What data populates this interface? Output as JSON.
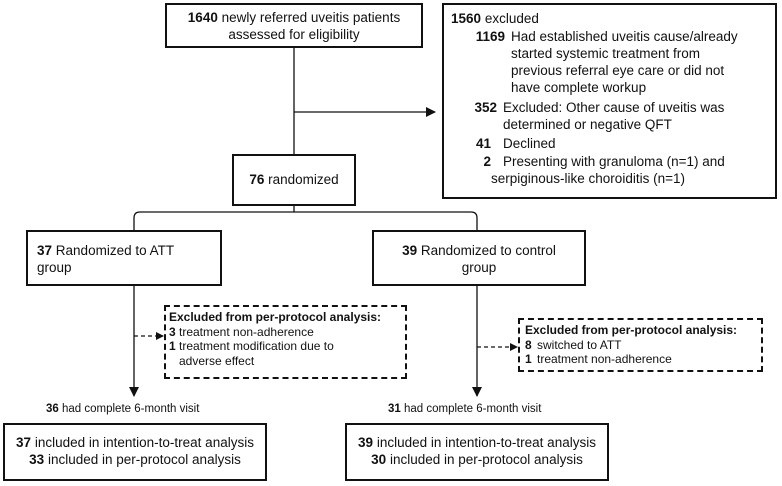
{
  "assessed": {
    "n": "1640",
    "text_1": "newly referred uveitis patients",
    "text_2": "assessed for eligibility"
  },
  "excluded": {
    "n": "1560",
    "label": "excluded",
    "items": [
      {
        "n": "1169",
        "lines": [
          "Had established uveitis cause/already",
          "started systemic treatment from",
          "previous referral eye care or did not",
          "have complete workup"
        ]
      },
      {
        "n": "352",
        "lines": [
          "Excluded: Other cause of uveitis was",
          "determined or negative QFT"
        ]
      },
      {
        "n": "41",
        "lines": [
          "Declined"
        ]
      },
      {
        "n": "2",
        "lines": [
          "Presenting with granuloma (n=1) and",
          "serpiginous-like choroiditis (n=1)"
        ]
      }
    ]
  },
  "randomized": {
    "n": "76",
    "text": "randomized"
  },
  "att": {
    "n": "37",
    "text_1": "Randomized to ATT",
    "text_2": "group"
  },
  "control": {
    "n": "39",
    "text_1": "Randomized to control",
    "text_2": "group"
  },
  "att_pp_excluded": {
    "title": "Excluded from per-protocol analysis:",
    "items": [
      {
        "n": "3",
        "lines": [
          "treatment non-adherence"
        ]
      },
      {
        "n": "1",
        "lines": [
          "treatment modification due to",
          "adverse effect"
        ]
      }
    ]
  },
  "control_pp_excluded": {
    "title": "Excluded from per-protocol analysis:",
    "items": [
      {
        "n": "8",
        "lines": [
          "switched to ATT"
        ]
      },
      {
        "n": "1",
        "lines": [
          "treatment non-adherence"
        ]
      }
    ]
  },
  "att_visit": {
    "n": "36",
    "text": "had complete 6-month visit"
  },
  "control_visit": {
    "n": "31",
    "text": "had complete 6-month visit"
  },
  "att_final": {
    "itt_n": "37",
    "itt_text": "included in intention-to-treat analysis",
    "pp_n": "33",
    "pp_text": "included in per-protocol analysis"
  },
  "control_final": {
    "itt_n": "39",
    "itt_text": "included in intention-to-treat analysis",
    "pp_n": "30",
    "pp_text": "included in per-protocol analysis"
  }
}
